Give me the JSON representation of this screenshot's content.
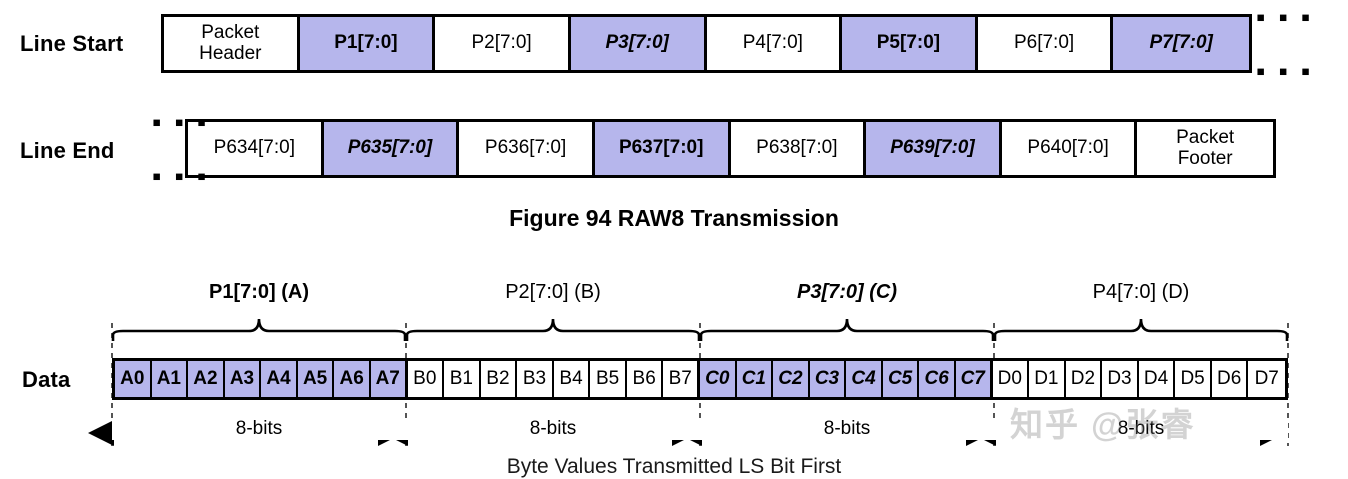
{
  "figure": {
    "caption": "Figure 94 RAW8 Transmission",
    "footer_note": "Byte Values Transmitted LS Bit First",
    "watermark": "知乎 @张睿",
    "colors": {
      "highlight": "#b6b6ec",
      "plain": "#ffffff",
      "stroke": "#000000"
    }
  },
  "line_start": {
    "label": "Line Start",
    "continuation_dashes": "▪ ▪ ▪",
    "cells": [
      {
        "text": "Packet\nHeader",
        "style": "plain",
        "highlight": false
      },
      {
        "text": "P1[7:0]",
        "style": "bold",
        "highlight": true
      },
      {
        "text": "P2[7:0]",
        "style": "plain",
        "highlight": false
      },
      {
        "text": "P3[7:0]",
        "style": "bolditalic",
        "highlight": true
      },
      {
        "text": "P4[7:0]",
        "style": "plain",
        "highlight": false
      },
      {
        "text": "P5[7:0]",
        "style": "bold",
        "highlight": true
      },
      {
        "text": "P6[7:0]",
        "style": "plain",
        "highlight": false
      },
      {
        "text": "P7[7:0]",
        "style": "bolditalic",
        "highlight": true
      }
    ]
  },
  "line_end": {
    "label": "Line End",
    "continuation_dashes": "▪ ▪ ▪",
    "cells": [
      {
        "text": "P634[7:0]",
        "style": "plain",
        "highlight": false
      },
      {
        "text": "P635[7:0]",
        "style": "bolditalic",
        "highlight": true
      },
      {
        "text": "P636[7:0]",
        "style": "plain",
        "highlight": false
      },
      {
        "text": "P637[7:0]",
        "style": "bold",
        "highlight": true
      },
      {
        "text": "P638[7:0]",
        "style": "plain",
        "highlight": false
      },
      {
        "text": "P639[7:0]",
        "style": "bolditalic",
        "highlight": true
      },
      {
        "text": "P640[7:0]",
        "style": "plain",
        "highlight": false
      },
      {
        "text": "Packet\nFooter",
        "style": "plain",
        "highlight": false
      }
    ]
  },
  "data_row": {
    "label": "Data",
    "measure_text": "8-bits",
    "groups": [
      {
        "label": "P1[7:0] (A)",
        "style": "bold",
        "highlight": true,
        "bit_style": "bold",
        "bits": [
          "A0",
          "A1",
          "A2",
          "A3",
          "A4",
          "A5",
          "A6",
          "A7"
        ]
      },
      {
        "label": "P2[7:0] (B)",
        "style": "plain",
        "highlight": false,
        "bit_style": "plain",
        "bits": [
          "B0",
          "B1",
          "B2",
          "B3",
          "B4",
          "B5",
          "B6",
          "B7"
        ]
      },
      {
        "label": "P3[7:0] (C)",
        "style": "bolditalic",
        "highlight": true,
        "bit_style": "bolditalic",
        "bits": [
          "C0",
          "C1",
          "C2",
          "C3",
          "C4",
          "C5",
          "C6",
          "C7"
        ]
      },
      {
        "label": "P4[7:0] (D)",
        "style": "plain",
        "highlight": false,
        "bit_style": "plain",
        "bits": [
          "D0",
          "D1",
          "D2",
          "D3",
          "D4",
          "D5",
          "D6",
          "D7"
        ]
      }
    ]
  }
}
